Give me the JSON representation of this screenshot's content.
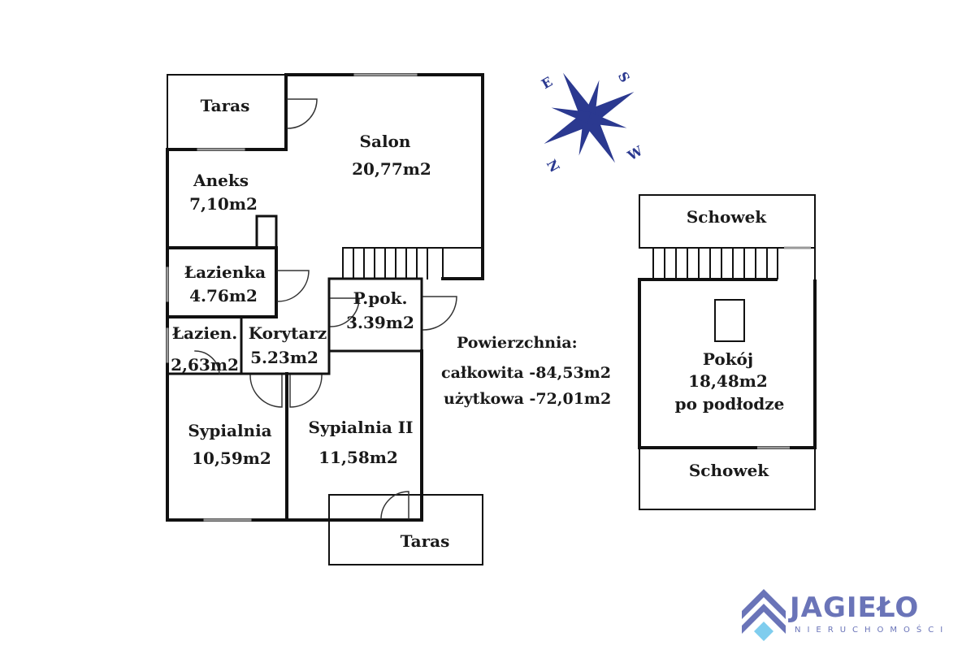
{
  "floor_plan": {
    "ground_floor": {
      "rooms": [
        {
          "id": "taras-top",
          "name": "Taras",
          "area": ""
        },
        {
          "id": "salon",
          "name": "Salon",
          "area": "20,77m2"
        },
        {
          "id": "aneks",
          "name": "Aneks",
          "area": "7,10m2"
        },
        {
          "id": "lazienka",
          "name": "Łazienka",
          "area": "4.76m2"
        },
        {
          "id": "ppok",
          "name": "P.pok.",
          "area": "3.39m2"
        },
        {
          "id": "lazien",
          "name": "Łazien.",
          "area": "2,63m2"
        },
        {
          "id": "korytarz",
          "name": "Korytarz",
          "area": "5.23m2"
        },
        {
          "id": "sypialnia",
          "name": "Sypialnia",
          "area": "10,59m2"
        },
        {
          "id": "sypialnia2",
          "name": "Sypialnia II",
          "area": "11,58m2"
        },
        {
          "id": "taras-bottom",
          "name": "Taras",
          "area": ""
        }
      ]
    },
    "attic": {
      "rooms": [
        {
          "id": "schowek-top",
          "name": "Schowek",
          "area": ""
        },
        {
          "id": "pokoj",
          "name": "Pokój",
          "area": "18,48m2",
          "note": "po podłodze"
        },
        {
          "id": "schowek-bottom",
          "name": "Schowek",
          "area": ""
        }
      ]
    },
    "summary": {
      "title": "Powierzchnia:",
      "total": "całkowita -84,53m2",
      "usable": "użytkowa -72,01m2"
    },
    "compass": {
      "labels": {
        "n": "N",
        "e": "E",
        "s": "S",
        "w": "W"
      },
      "colors": {
        "primary": "#2b3990",
        "secondary": "#5bc0eb"
      }
    }
  },
  "branding": {
    "name": "JAGIEŁO",
    "subtitle": "NIERUCHOMOŚCI",
    "colors": {
      "primary": "#6a74b8",
      "secondary": "#7fcdee"
    }
  }
}
